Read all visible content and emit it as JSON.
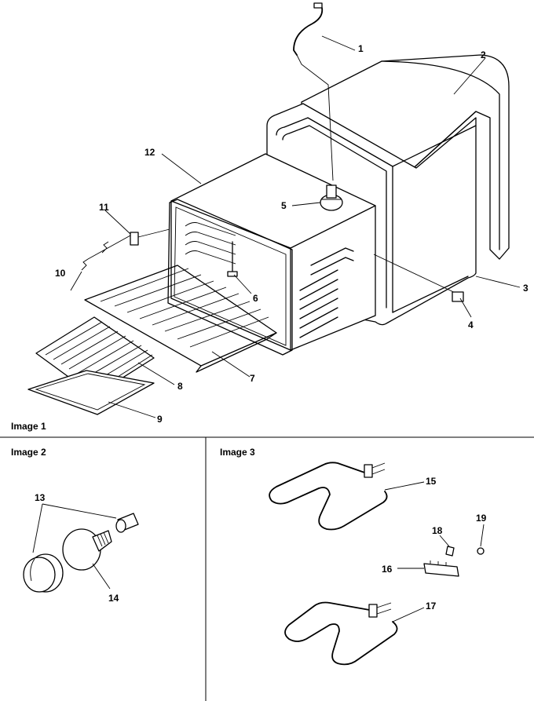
{
  "panels": {
    "image1": "Image 1",
    "image2": "Image 2",
    "image3": "Image 3"
  },
  "callouts": [
    "1",
    "2",
    "3",
    "4",
    "5",
    "6",
    "7",
    "8",
    "9",
    "10",
    "11",
    "12",
    "13",
    "14",
    "15",
    "16",
    "17",
    "18",
    "19"
  ]
}
